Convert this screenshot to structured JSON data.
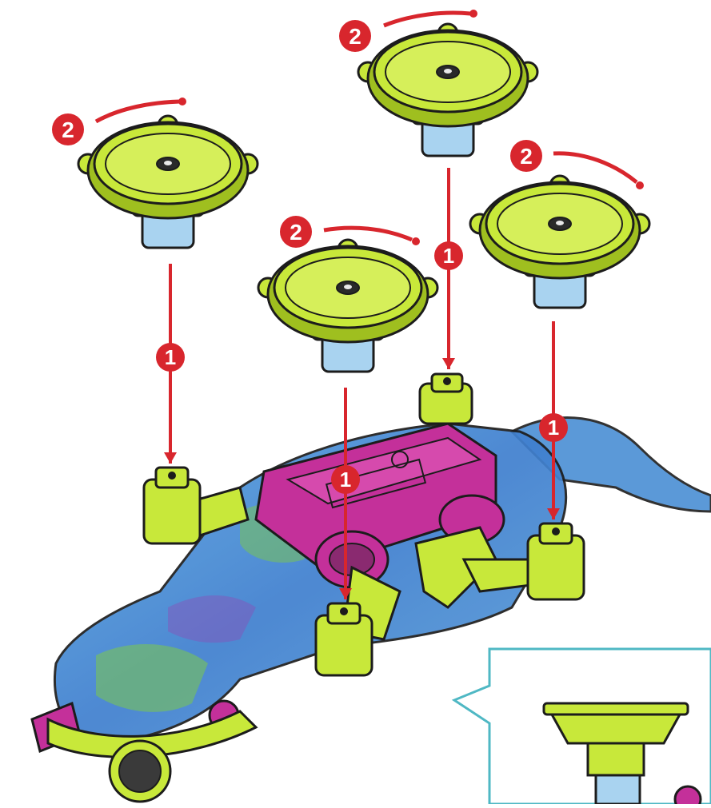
{
  "palette": {
    "lime": "#c8e83a",
    "lime_dark": "#9fbf1f",
    "outline": "#1c1c1c",
    "arrow_red": "#d8262d",
    "blue_body": "#4a8fd4",
    "magenta": "#c4309a",
    "callout_teal": "#4fb8c4",
    "stem_blue": "#a9d3f0"
  },
  "steps": {
    "insert": "1",
    "rotate": "2"
  },
  "parts": {
    "suction_cup_icon": "suction-cup",
    "rotate_arrow_icon": "clockwise-arrow",
    "insert_arrow_icon": "down-arrow"
  }
}
